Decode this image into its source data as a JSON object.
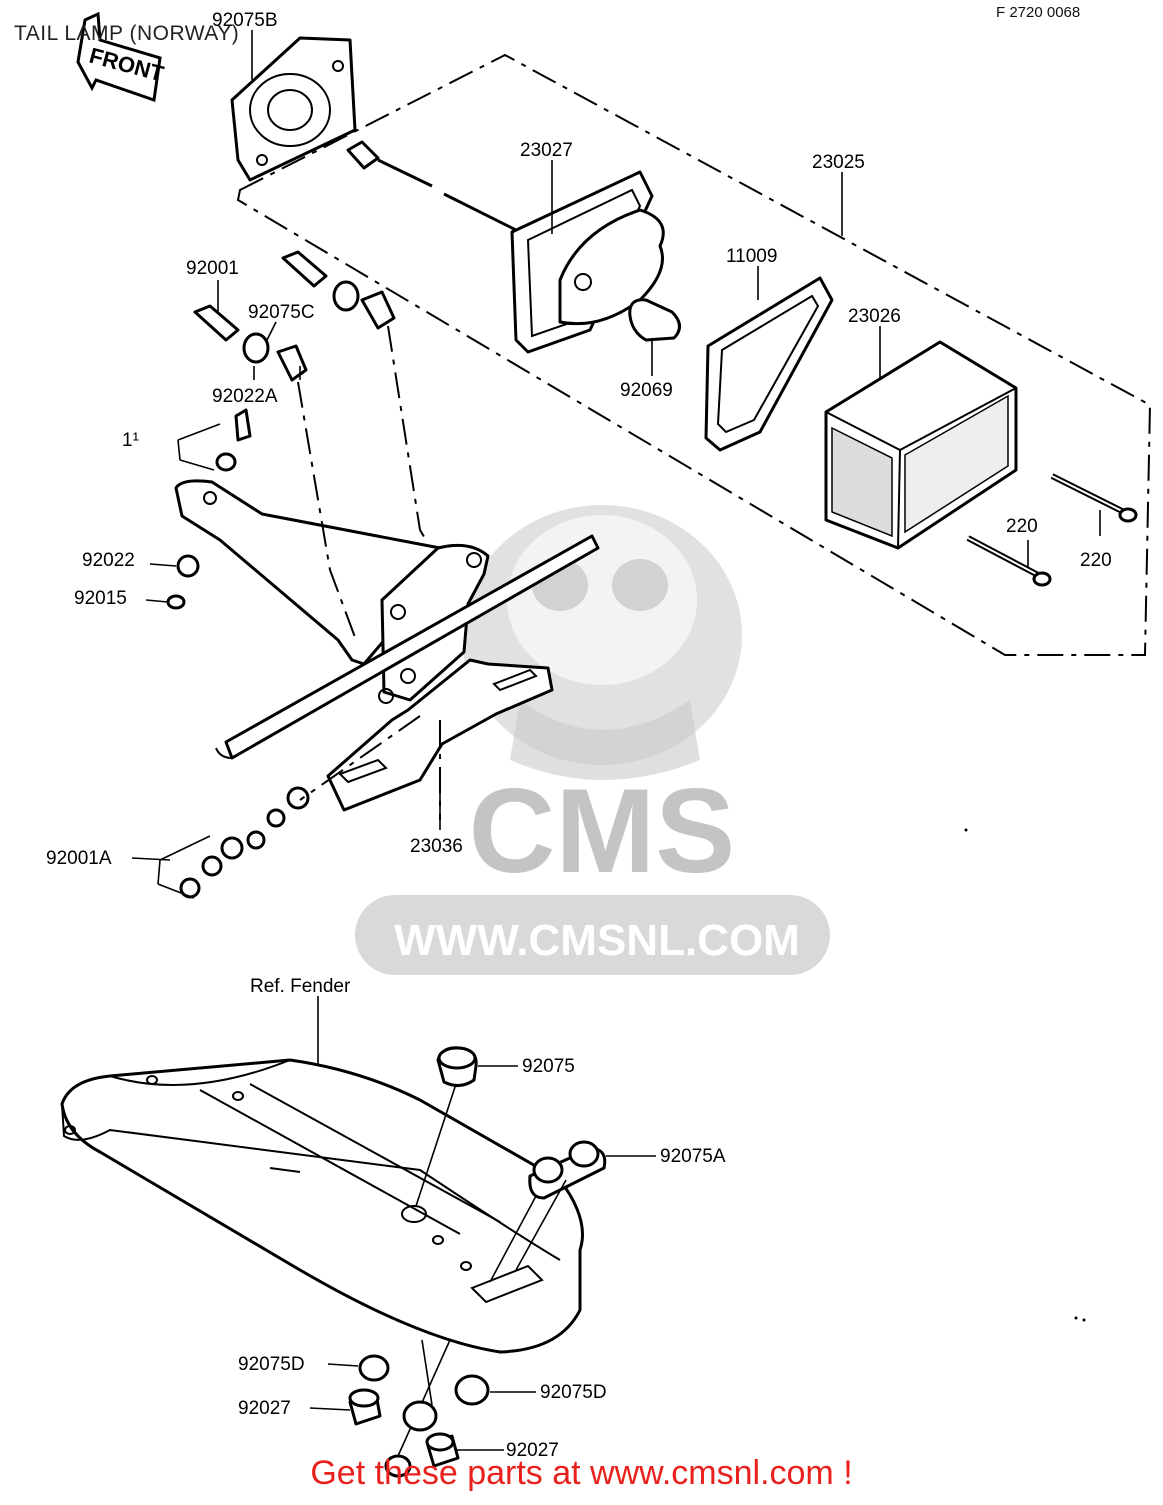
{
  "header": {
    "title": "TAIL LAMP (NORWAY)",
    "figure_code": "F 2720 0068"
  },
  "diagram": {
    "front_arrow_text": "FRONT",
    "ref_label": "Ref. Fender",
    "partial_label": "1¹",
    "labels": {
      "p92075B": "92075B",
      "p23027": "23027",
      "p23025": "23025",
      "p11009": "11009",
      "p23026": "23026",
      "p92001": "92001",
      "p92075C": "92075C",
      "p92022A": "92022A",
      "p92069": "92069",
      "p220a": "220",
      "p220b": "220",
      "p92022": "92022",
      "p92015": "92015",
      "p92001A": "92001A",
      "p23036": "23036",
      "p92075": "92075",
      "p92075A": "92075A",
      "p92075D_left": "92075D",
      "p92075D_right": "92075D",
      "p92027_left": "92027",
      "p92027_right": "92027"
    }
  },
  "watermark": {
    "brand": "CMS",
    "url": "WWW.CMSNL.COM"
  },
  "footer": {
    "cta": "Get these parts at www.cmsnl.com !"
  },
  "colors": {
    "footer_text": "#e8211d",
    "watermark": "#c9c9c9",
    "line_art": "#000000"
  }
}
